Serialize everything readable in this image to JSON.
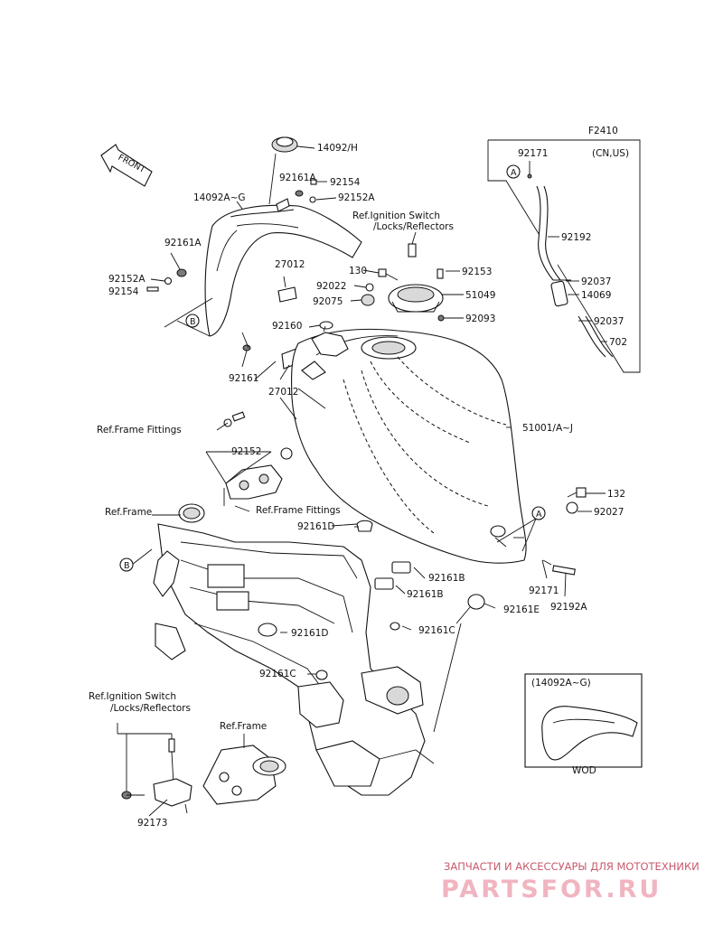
{
  "figure_code": "F2410",
  "region_note": "(CN,US)",
  "front_label": "FRONT",
  "wod_label": "WOD",
  "inset_label": "(14092A~G)",
  "callouts": {
    "a": "A",
    "b": "B"
  },
  "parts": {
    "p14092H": "14092/H",
    "p14092AG": "14092A~G",
    "p92161A_top": "92161A",
    "p92154_top": "92154",
    "p92152A_top": "92152A",
    "p92161A_left": "92161A",
    "p92152A_left": "92152A",
    "p92154_left": "92154",
    "p27012_a": "27012",
    "p27012_b": "27012",
    "p130": "130",
    "p92153": "92153",
    "p92022": "92022",
    "p51049": "51049",
    "p92075": "92075",
    "p92093": "92093",
    "p92160": "92160",
    "p92161": "92161",
    "p51001": "51001/A~J",
    "p92152": "92152",
    "p132": "132",
    "p92027": "92027",
    "p92161D_a": "92161D",
    "p92161D_b": "92161D",
    "p92161B_a": "92161B",
    "p92161B_b": "92161B",
    "p92171_bottom": "92171",
    "p92192A": "92192A",
    "p92161E": "92161E",
    "p92161C_a": "92161C",
    "p92161C_b": "92161C",
    "p92173": "92173",
    "p92171_top": "92171",
    "p92192": "92192",
    "p92037_a": "92037",
    "p14069": "14069",
    "p92037_b": "92037",
    "p702": "702"
  },
  "refs": {
    "ignition_top_1": "Ref.Ignition Switch",
    "ignition_top_2": "/Locks/Reflectors",
    "frame_fittings_1": "Ref.Frame Fittings",
    "frame_fittings_2": "Ref.Frame Fittings",
    "frame_1": "Ref.Frame",
    "frame_2": "Ref.Frame",
    "ignition_bottom_1": "Ref.Ignition Switch",
    "ignition_bottom_2": "/Locks/Reflectors"
  },
  "watermark": {
    "line1": "ЗАПЧАСТИ И АКСЕССУАРЫ ДЛЯ МОТОТЕХНИКИ",
    "line2": "PARTSFOR.RU"
  }
}
